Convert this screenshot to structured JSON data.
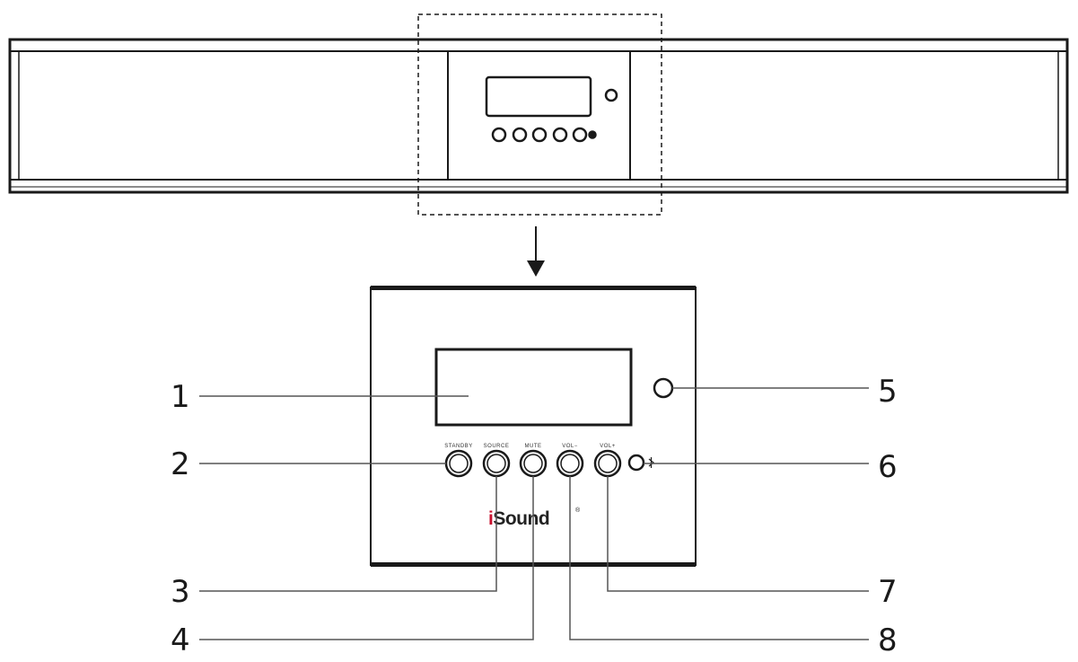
{
  "callouts": {
    "c1": "1",
    "c2": "2",
    "c3": "3",
    "c4": "4",
    "c5": "5",
    "c6": "6",
    "c7": "7",
    "c8": "8"
  },
  "buttons": {
    "standby": "STANDBY",
    "source": "SOURCE",
    "mute": "MUTE",
    "vol_down": "VOL−",
    "vol_up": "VOL+"
  },
  "brand": {
    "i": "i",
    "rest": "Sound",
    "mark": "®"
  },
  "colors": {
    "line": "#1a1a1a",
    "brand_accent": "#c8102e"
  },
  "icons": {
    "bluetooth": "bluetooth-icon",
    "arrow": "arrow-down-icon"
  }
}
